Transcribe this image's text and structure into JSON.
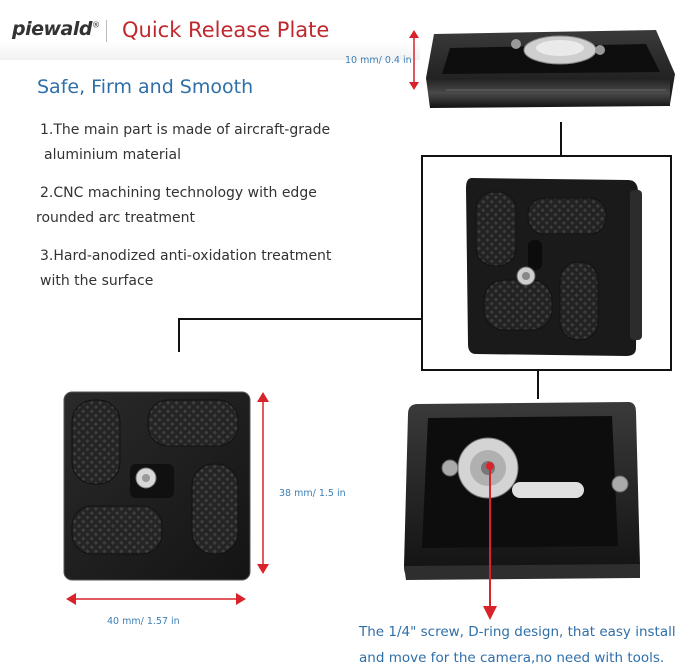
{
  "header": {
    "brand": "piewald",
    "brand_mark": "®",
    "title": "Quick Release Plate"
  },
  "subtitle": "Safe, Firm and Smooth",
  "features": [
    {
      "line1": "1.The main part is made of aircraft-grade",
      "line2": "aluminium material"
    },
    {
      "line1": "2.CNC machining technology with edge",
      "line2": "rounded arc treatment"
    },
    {
      "line1": "3.Hard-anodized anti-oxidation treatment",
      "line2": "with the surface"
    }
  ],
  "dimensions": {
    "thickness": "10 mm/ 0.4 in",
    "height": "38 mm/ 1.5 in",
    "width": "40 mm/ 1.57 in"
  },
  "caption": {
    "line1": "The 1/4\" screw, D-ring design, that easy install",
    "line2": "and move for the camera,no need with tools."
  },
  "colors": {
    "brand_red": "#c0282d",
    "accent_blue": "#2f6fa8",
    "dimension_blue": "#3c7fb5",
    "arrow_red": "#d9232a",
    "plate_black": "#1a1a1a"
  }
}
